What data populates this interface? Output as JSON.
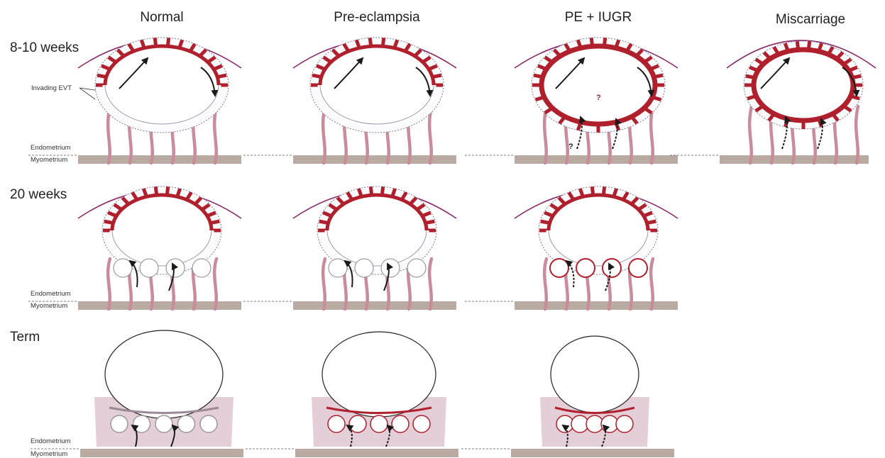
{
  "columns": [
    "Normal",
    "Pre-eclampsia",
    "PE + IUGR",
    "Miscarriage"
  ],
  "rows": [
    "8-10 weeks",
    "20 weeks",
    "Term"
  ],
  "labels": {
    "invading_evt": "Invading EVT",
    "endometrium": "Endometrium",
    "myometrium": "Myometrium",
    "question_mark": "?"
  },
  "colors": {
    "villi_red": "#b0202c",
    "tissue_pink": "#d9b9c8",
    "spiral_artery": "#c98c9c",
    "uterine_wall": "#8b2c6a",
    "myometrium_band": "#b9aaa2",
    "arrow": "#1a1a1a",
    "evt_outline": "#7a7a9a"
  }
}
